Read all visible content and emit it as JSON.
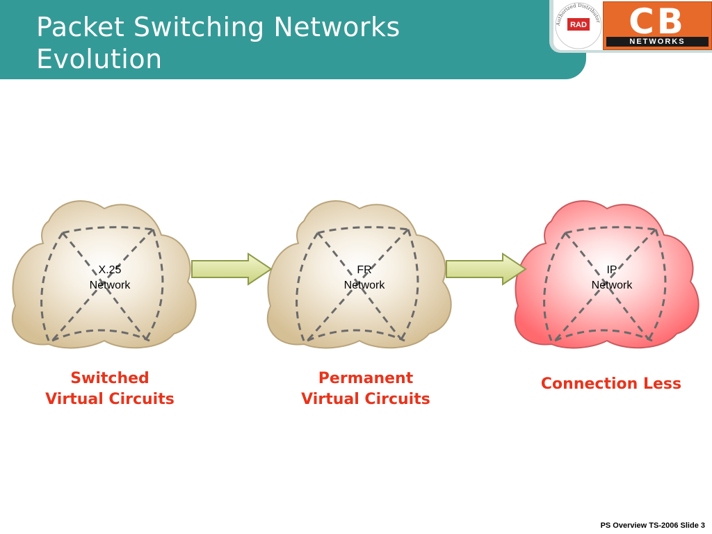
{
  "slide": {
    "title_line1": "Packet Switching Networks",
    "title_line2": "Evolution",
    "footer": "PS Overview TS-2006  Slide 3"
  },
  "logo": {
    "seal_brand": "RAD",
    "seal_text": "Authorized Distributor",
    "brand_letters": "CB",
    "brand_sub": "NETWORKS"
  },
  "networks": [
    {
      "line1": "X.25",
      "line2": "Network",
      "caption1": "Switched",
      "caption2": "Virtual Circuits"
    },
    {
      "line1": "FR",
      "line2": "Network",
      "caption1": "Permanent",
      "caption2": "Virtual Circuits"
    },
    {
      "line1": "IP",
      "line2": "Network",
      "caption1": "Connection Less",
      "caption2": ""
    }
  ],
  "colors": {
    "header": "#349a97",
    "caption": "#e8341c",
    "cloud_tan": "#d9c6a0",
    "cloud_pink": "#ff6f73",
    "arrow": "#e0e6a8"
  }
}
